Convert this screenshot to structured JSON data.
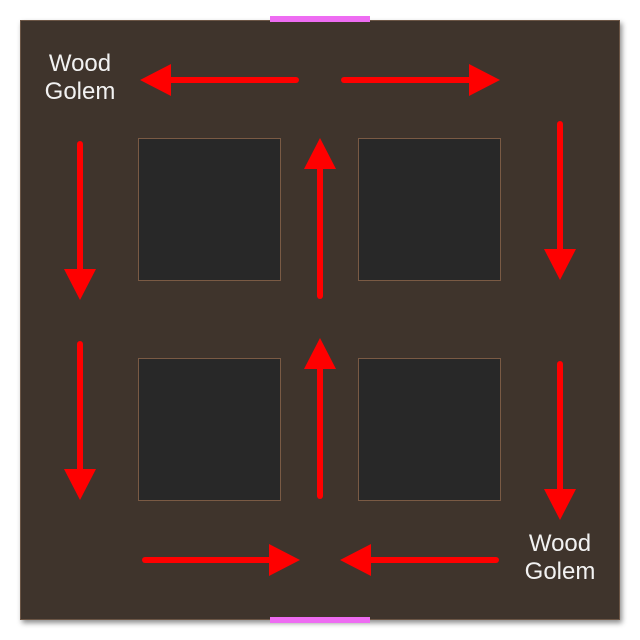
{
  "map": {
    "labels": {
      "top_left": [
        "Wood",
        "Golem"
      ],
      "bottom_right": [
        "Wood",
        "Golem"
      ]
    },
    "colors": {
      "floor": "#3f342c",
      "block": "#282828",
      "door": "#ee6cf2",
      "arrow": "#ff0000"
    },
    "arrow_icon": "arrow-icon",
    "door_icon": "door-marker"
  }
}
